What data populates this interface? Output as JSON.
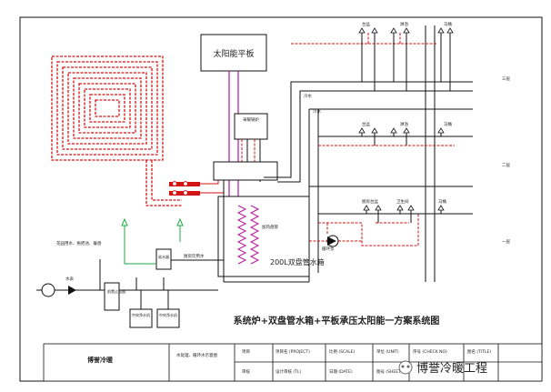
{
  "diagram": {
    "solar_panel": "太阳能平板",
    "boiler": "采暖锅炉",
    "tank_label": "200L双盘管水箱",
    "heater": "加热盘管",
    "cold_water": "冷水",
    "pump_label": "循环泵",
    "filter": "前置过滤器",
    "meter_in": "水表",
    "softener": "软水器",
    "purifier1": "中央净水机",
    "purifier2": "中央净水机",
    "drinking": "厨房饮用水",
    "garden": "花园用水、拖把池、餐盘",
    "floors": [
      "三层",
      "二层",
      "一层"
    ],
    "floor3_fixtures": [
      "台盆",
      "淋浴",
      "马桶"
    ],
    "floor2_fixtures": [
      "台盆",
      "淋浴",
      "马桶"
    ],
    "floor1_fixtures": [
      "厨房台盆",
      "卫生间",
      "马桶"
    ],
    "main_title": "系统炉+双盘管水箱+平板承压太阳能一方案系统图"
  },
  "title_block": {
    "company": "博誉冷暖",
    "drawing_name": "水处理、循环水示意图",
    "project": "项目",
    "project_en": "项目名 (PROJECT)",
    "scale": "比例 (SCALE)",
    "unit": "单位 (UNIT)",
    "page": "序号 (CHECK NO)",
    "page_en": "图名 (TITLE)",
    "design": "审核",
    "design_en": "设计审核 (TL)",
    "date": "日期 (DATE)",
    "sheet": "图号 (SHEET)",
    "watermark": "博誉冷暖工程"
  }
}
